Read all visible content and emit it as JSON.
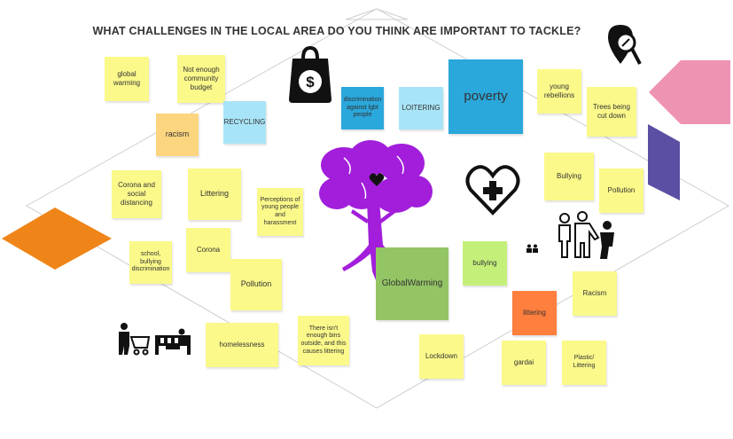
{
  "board": {
    "title": "WHAT CHALLENGES IN THE LOCAL AREA DO YOU THINK ARE IMPORTANT TO TACKLE?"
  },
  "notes": {
    "global_warming": "global warming",
    "not_enough_budget": "Not enough community budget",
    "recycling": "RECYCLING",
    "racism_left": "racism",
    "discrimination": "discrimination against lgbt people",
    "loitering": "LOITERING",
    "poverty": "poverty",
    "young_rebellions": "young rebellions",
    "trees_cut": "Trees being cut down",
    "corona_social": "Corona and social distancing",
    "littering_left": "Littering",
    "perceptions": "Perceptions of young people and harassment",
    "bullying_right": "Bullying",
    "pollution_right": "Pollution",
    "corona": "Corona",
    "school_bullying": "school, bullying discrimination",
    "pollution_left": "Pollution",
    "global_warming_big": "GlobalWarming",
    "bullying_green": "bullying",
    "racism_right": "Racism",
    "littering_orange": "littering",
    "homelessness": "homelessness",
    "bins": "There isn't enough bins outside, and this causes littering",
    "lockdown": "Lockdown",
    "gardai": "gardai",
    "plastic_littering": "Plastic/ Littering"
  },
  "icons": [
    "money-bag-icon",
    "magnifier-location-icon",
    "heart-plus-icon",
    "tree-heart-icon",
    "family-icon",
    "people-small-icon",
    "worker-trolley-icon",
    "sleeping-person-icon"
  ],
  "colors": {
    "yellow": "#fbf98a",
    "light_blue": "#a8e4f7",
    "blue": "#2aa7db",
    "green": "#94c565",
    "light_green": "#c4f07a",
    "orange_note": "#ff7f3e",
    "peach": "#fcd57f",
    "purple_tree": "#a21edb",
    "pink_shape": "#ef93b2",
    "purple_shape": "#5a4fa3",
    "orange_shape": "#ef8518"
  }
}
